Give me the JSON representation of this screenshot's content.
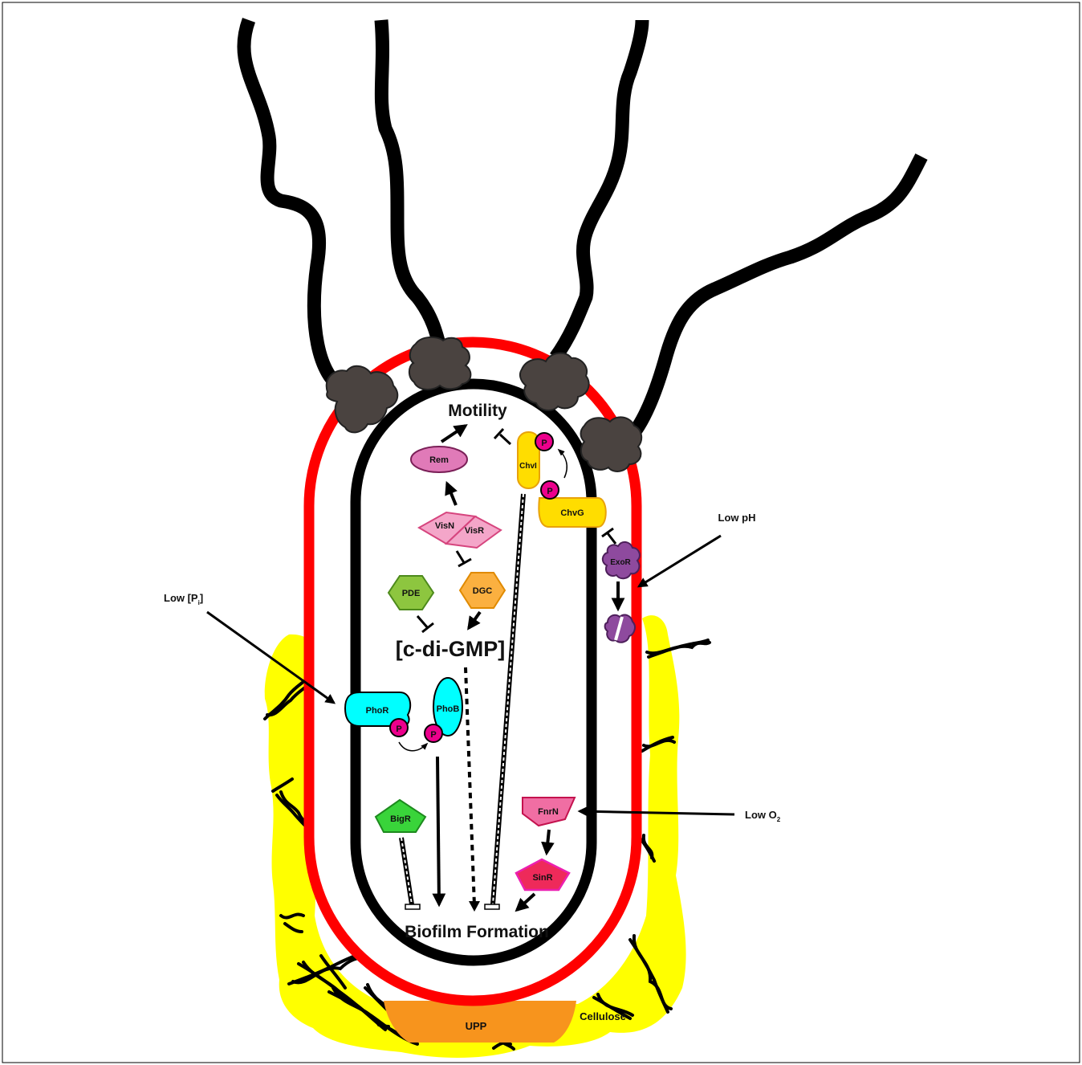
{
  "labels": {
    "motility": "Motility",
    "biofilm": "Biofilm Formation",
    "cdigmp": "[c-di-GMP]",
    "rem": "Rem",
    "visn": "VisN",
    "visr": "VisR",
    "pde": "PDE",
    "dgc": "DGC",
    "chvi": "ChvI",
    "chvg": "ChvG",
    "exor": "ExoR",
    "phor": "PhoR",
    "phob": "PhoB",
    "bigr": "BigR",
    "fnrn": "FnrN",
    "sinr": "SinR",
    "upp": "UPP",
    "cellulose": "Cellulose",
    "phospho": "P"
  },
  "signals": {
    "low_ph": "Low pH",
    "low_pi_main": "Low [P",
    "low_pi_sub": "i",
    "low_pi_close": "]",
    "low_o2_main": "Low O",
    "low_o2_sub": "2"
  },
  "colors": {
    "outer_membrane": "#ff0000",
    "inner_membrane": "#000000",
    "matrix": "#ffff00",
    "upp": "#f7941d",
    "phospho": "#ec008c",
    "cyan_proteins": "#00ffff",
    "chv_proteins": "#ffdd00",
    "vis_proteins": "#f4a6c9",
    "rem": "#e07ab8",
    "pde": "#8dc63f",
    "dgc": "#fbb040",
    "bigr": "#39d43a",
    "fnrn": "#f06ea3",
    "sinr": "#ee2a5a",
    "exor": "#8e4a9e",
    "flagellar_motor": "#4a4340"
  },
  "icons": [
    "flagellum",
    "flagellar-motor",
    "cellulose-fibril",
    "phosphoryl-group",
    "degraded-exor"
  ]
}
